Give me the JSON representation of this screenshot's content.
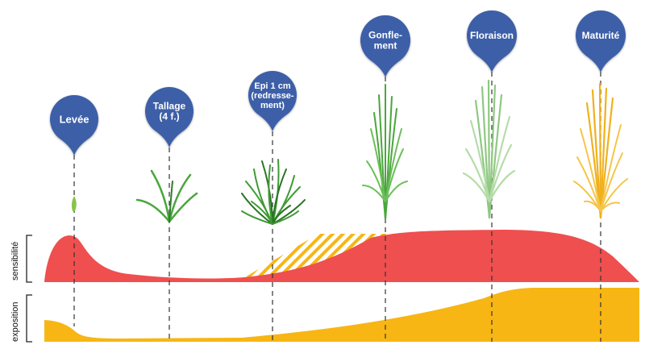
{
  "axes": {
    "sensibilite_label": "sensibilité",
    "exposition_label": "exposition"
  },
  "stages": [
    {
      "id": "levee",
      "lines": [
        "Levée"
      ]
    },
    {
      "id": "tallage",
      "lines": [
        "Tallage",
        "(4 f.)"
      ]
    },
    {
      "id": "epi",
      "lines": [
        "Epi 1 cm",
        "(redresse-",
        "ment)"
      ]
    },
    {
      "id": "gonflement",
      "lines": [
        "Gonfle-",
        "ment"
      ]
    },
    {
      "id": "floraison",
      "lines": [
        "Floraison"
      ]
    },
    {
      "id": "maturite",
      "lines": [
        "Maturité"
      ]
    }
  ],
  "colors": {
    "pin": "#3d5ea8",
    "sensibilite": "#ef4f4f",
    "exposition": "#f7b614",
    "hatch": "#f7b614",
    "plant_green": "#4aa63c",
    "plant_pale": "#9ccf8a",
    "plant_mature": "#f0b11e"
  }
}
